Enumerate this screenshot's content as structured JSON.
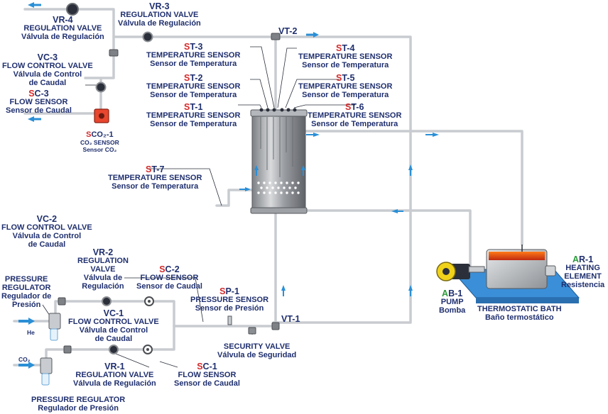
{
  "colors": {
    "pipe": "#c8ccd0",
    "text": "#1f2f6e",
    "sensor_prefix": "#d42a2a",
    "heater_prefix": "#2a9a3a",
    "flow_arrow": "#2b8fd6",
    "bath_base": "#3a8fd8",
    "pump": "#f0d21a"
  },
  "icons": [
    "flow-arrow-icon",
    "valve-icon",
    "flow-sensor-icon",
    "co2-sensor-icon",
    "pressure-regulator-icon",
    "pressure-sensor-icon",
    "security-valve-icon",
    "pump-icon",
    "thermostatic-bath-icon",
    "reactor-vessel-icon"
  ],
  "labels": {
    "vr3": {
      "p1": "VR-3",
      "l1": "REGULATION VALVE",
      "l2": "Válvula de Regulación"
    },
    "vr4": {
      "p1": "VR-4",
      "l1": "REGULATION VALVE",
      "l2": "Válvula de Regulación"
    },
    "vc3": {
      "p1": "VC-3",
      "l1": "FLOW CONTROL VALVE",
      "l2": "Válvula de Control",
      "l3": "de Caudal"
    },
    "sc3": {
      "p1": "S",
      "p2": "C-3",
      "l1": "FLOW SENSOR",
      "l2": "Sensor de Caudal"
    },
    "sco2": {
      "p1": "S",
      "p2": "CO₂-1",
      "l1": "CO₂ SENSOR",
      "l2": "Sensor CO₂"
    },
    "vt2": {
      "p1": "VT-2"
    },
    "st3": {
      "p1": "S",
      "p2": "T-3",
      "l1": "TEMPERATURE SENSOR",
      "l2": "Sensor de Temperatura"
    },
    "st2": {
      "p1": "S",
      "p2": "T-2",
      "l1": "TEMPERATURE SENSOR",
      "l2": "Sensor de Temperatura"
    },
    "st1": {
      "p1": "S",
      "p2": "T-1",
      "l1": "TEMPERATURE SENSOR",
      "l2": "Sensor de Temperatura"
    },
    "st4": {
      "p1": "S",
      "p2": "T-4",
      "l1": "TEMPERATURE SENSOR",
      "l2": "Sensor de Temperatura"
    },
    "st5": {
      "p1": "S",
      "p2": "T-5",
      "l1": "TEMPERATURE SENSOR",
      "l2": "Sensor de Temperatura"
    },
    "st6": {
      "p1": "S",
      "p2": "T-6",
      "l1": "TEMPERATURE SENSOR",
      "l2": "Sensor de Temperatura"
    },
    "st7": {
      "p1": "S",
      "p2": "T-7",
      "l1": "TEMPERATURE SENSOR",
      "l2": "Sensor de Temperatura"
    },
    "vc2": {
      "p1": "VC-2",
      "l1": "FLOW CONTROL VALVE",
      "l2": "Válvula de Control",
      "l3": "de Caudal"
    },
    "vr2": {
      "p1": "VR-2",
      "l1": "REGULATION",
      "l2": "VALVE",
      "l3": "Válvula de",
      "l4": "Regulación"
    },
    "sc2": {
      "p1": "S",
      "p2": "C-2",
      "l1": "FLOW SENSOR",
      "l2": "Sensor de Caudal"
    },
    "sp1": {
      "p1": "S",
      "p2": "P-1",
      "l1": "PRESSURE SENSOR",
      "l2": "Sensor de Presión"
    },
    "pr1": {
      "l1": "PRESSURE",
      "l2": "REGULATOR",
      "l3": "Regulador de",
      "l4": "Presión"
    },
    "he": {
      "text": "He"
    },
    "vc1": {
      "p1": "VC-1",
      "l1": "FLOW CONTROL VALVE",
      "l2": "Válvula de Control",
      "l3": "de Caudal"
    },
    "vt1": {
      "p1": "VT-1"
    },
    "sv": {
      "l1": "SECURITY VALVE",
      "l2": "Válvula de Seguridad"
    },
    "co2": {
      "text": "CO₂"
    },
    "vr1": {
      "p1": "VR-1",
      "l1": "REGULATION VALVE",
      "l2": "Válvula de Regulación"
    },
    "sc1": {
      "p1": "S",
      "p2": "C-1",
      "l1": "FLOW SENSOR",
      "l2": "Sensor de Caudal"
    },
    "pr2": {
      "l1": "PRESSURE REGULATOR",
      "l2": "Regulador de Presión"
    },
    "ab1": {
      "p1": "A",
      "p2": "B-1",
      "l1": "PUMP",
      "l2": "Bomba"
    },
    "bath": {
      "l1": "THERMOSTATIC BATH",
      "l2": "Baño termostático"
    },
    "ar1": {
      "p1": "A",
      "p2": "R-1",
      "l1": "HEATING",
      "l2": "ELEMENT",
      "l3": "Resistencia"
    }
  }
}
